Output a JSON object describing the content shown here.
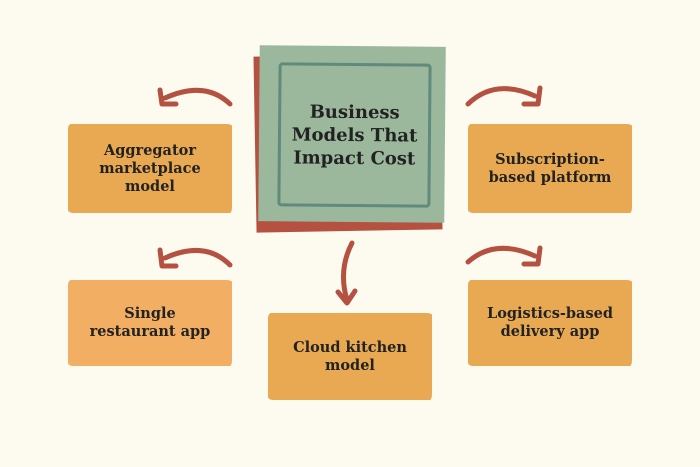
{
  "center": {
    "title": "Business Models That Impact Cost"
  },
  "models": [
    {
      "label": "Aggregator marketplace model"
    },
    {
      "label": "Subscription-based platform"
    },
    {
      "label": "Single restaurant app"
    },
    {
      "label": "Logistics-based delivery app"
    },
    {
      "label": "Cloud kitchen model"
    }
  ],
  "colors": {
    "background": "#fdfaf0",
    "box": "#e8a952",
    "center": "#9bb89c",
    "arrow": "#b55140"
  }
}
